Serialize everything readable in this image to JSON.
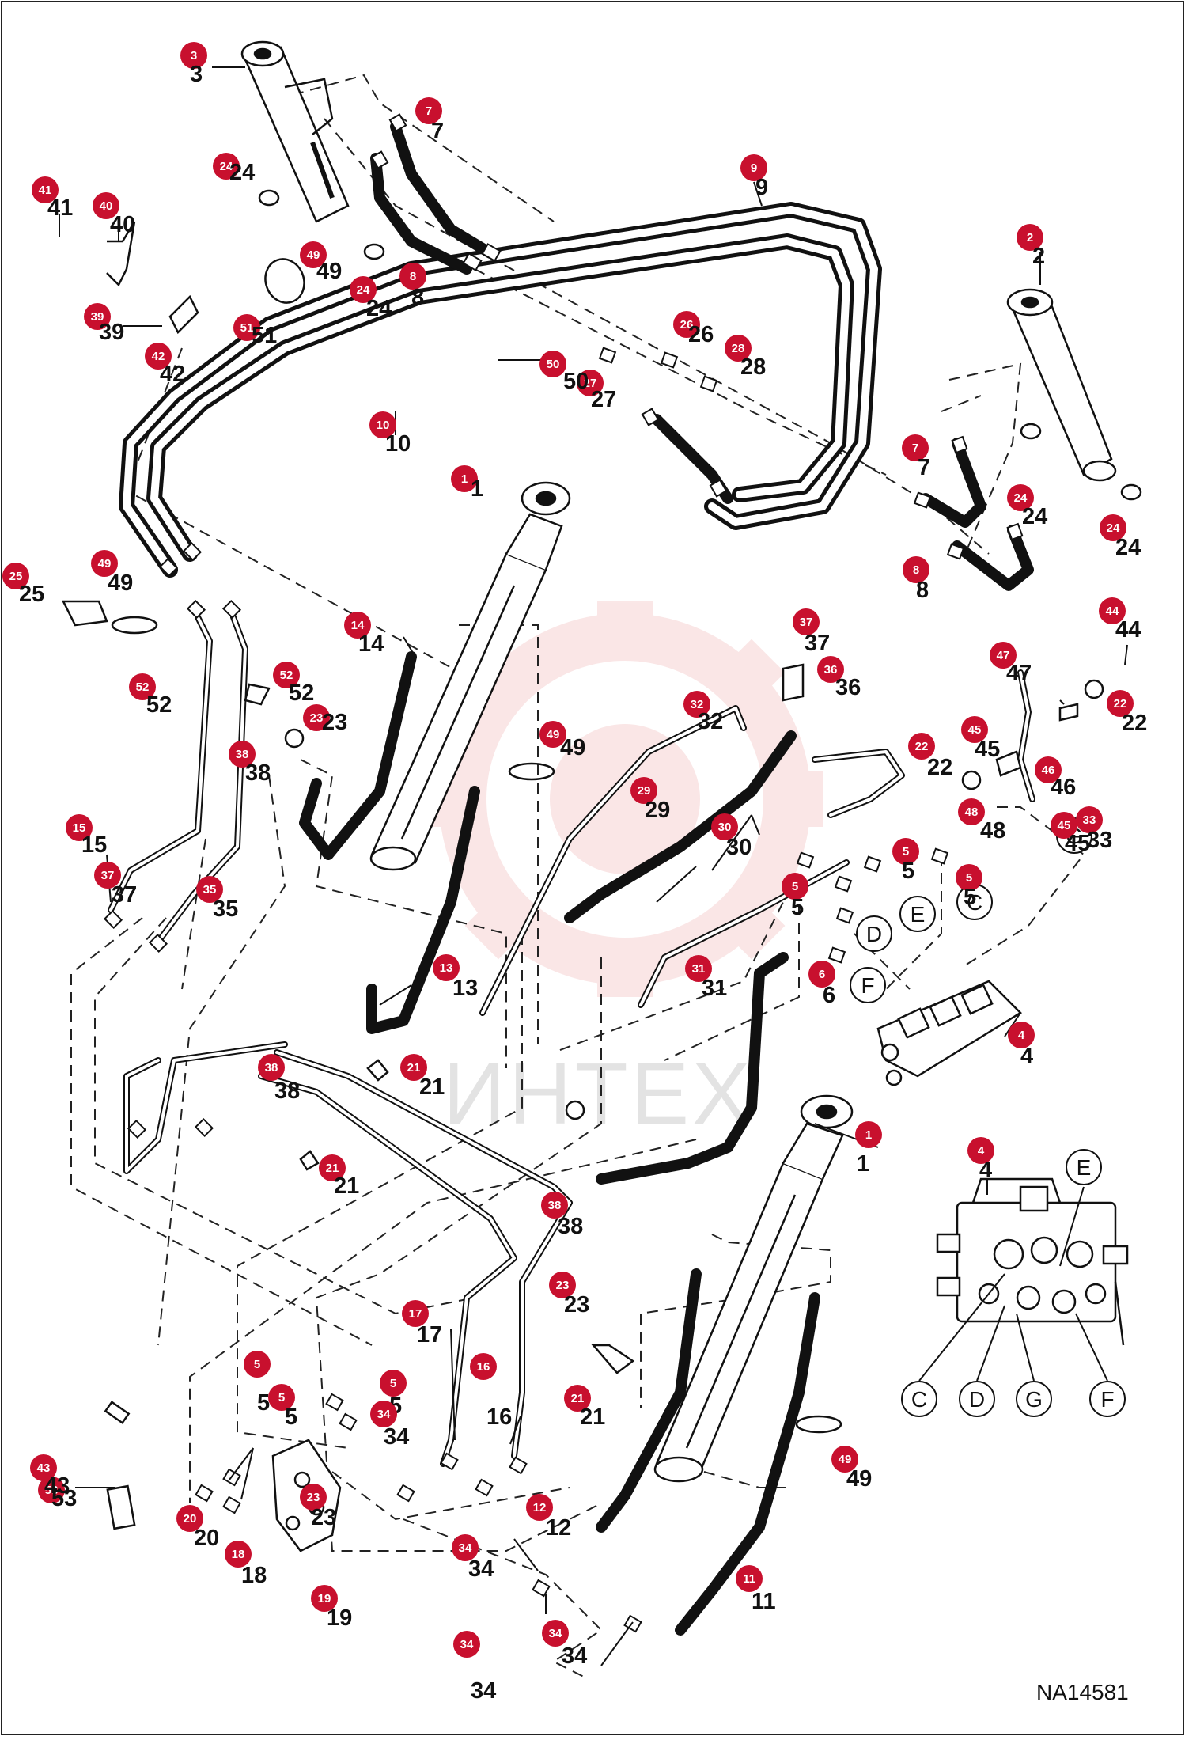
{
  "document": {
    "drawing_number": "NA14581",
    "watermark_text": "ИНТЕХ"
  },
  "colors": {
    "badge_fill": "#c8102e",
    "line": "#111111",
    "watermark": "#f6d3d3"
  },
  "callouts": [
    {
      "num": "1",
      "badge": "1",
      "label": "1"
    },
    {
      "num": "1",
      "badge": "1",
      "label": "1"
    },
    {
      "num": "2",
      "badge": "2",
      "label": "2"
    },
    {
      "num": "3",
      "badge": "3",
      "label": "3"
    },
    {
      "num": "4",
      "badge": "4",
      "label": "4"
    },
    {
      "num": "4",
      "badge": "4",
      "label": "4"
    },
    {
      "num": "5",
      "badge": "5",
      "label": "5"
    },
    {
      "num": "5",
      "badge": "5",
      "label": "5"
    },
    {
      "num": "5",
      "badge": "5",
      "label": "5"
    },
    {
      "num": "5",
      "badge": "5",
      "label": "5"
    },
    {
      "num": "5",
      "badge": "5",
      "label": "5"
    },
    {
      "num": "5",
      "badge": "5",
      "label": "5"
    },
    {
      "num": "6",
      "badge": "6",
      "label": "6"
    },
    {
      "num": "7",
      "badge": "7",
      "label": "7"
    },
    {
      "num": "7",
      "badge": "7",
      "label": "7"
    },
    {
      "num": "8",
      "badge": "8",
      "label": "8"
    },
    {
      "num": "8",
      "badge": "8",
      "label": "8"
    },
    {
      "num": "9",
      "badge": "9",
      "label": "9"
    },
    {
      "num": "10",
      "badge": "10",
      "label": "10"
    },
    {
      "num": "11",
      "badge": "11",
      "label": "11"
    },
    {
      "num": "12",
      "badge": "12",
      "label": "12"
    },
    {
      "num": "13",
      "badge": "13",
      "label": "13"
    },
    {
      "num": "14",
      "badge": "14",
      "label": "14"
    },
    {
      "num": "15",
      "badge": "15",
      "label": "15"
    },
    {
      "num": "16",
      "badge": "16",
      "label": "16"
    },
    {
      "num": "17",
      "badge": "17",
      "label": "17"
    },
    {
      "num": "18",
      "badge": "18",
      "label": "18"
    },
    {
      "num": "19",
      "badge": "19",
      "label": "19"
    },
    {
      "num": "20",
      "badge": "20",
      "label": "20"
    },
    {
      "num": "21",
      "badge": "21",
      "label": "21"
    },
    {
      "num": "21",
      "badge": "21",
      "label": "21"
    },
    {
      "num": "21",
      "badge": "21",
      "label": "21"
    },
    {
      "num": "22",
      "badge": "22",
      "label": "22"
    },
    {
      "num": "22",
      "badge": "22",
      "label": "22"
    },
    {
      "num": "23",
      "badge": "23",
      "label": "23"
    },
    {
      "num": "23",
      "badge": "23",
      "label": "23"
    },
    {
      "num": "23",
      "badge": "23",
      "label": "23"
    },
    {
      "num": "24",
      "badge": "24",
      "label": "24"
    },
    {
      "num": "24",
      "badge": "24",
      "label": "24"
    },
    {
      "num": "24",
      "badge": "24",
      "label": "24"
    },
    {
      "num": "24",
      "badge": "24",
      "label": "24"
    },
    {
      "num": "25",
      "badge": "25",
      "label": "25"
    },
    {
      "num": "26",
      "badge": "26",
      "label": "26"
    },
    {
      "num": "27",
      "badge": "27",
      "label": "27"
    },
    {
      "num": "28",
      "badge": "28",
      "label": "28"
    },
    {
      "num": "29",
      "badge": "29",
      "label": "29"
    },
    {
      "num": "30",
      "badge": "30",
      "label": "30"
    },
    {
      "num": "31",
      "badge": "31",
      "label": "31"
    },
    {
      "num": "32",
      "badge": "32",
      "label": "32"
    },
    {
      "num": "33",
      "badge": "33",
      "label": "33"
    },
    {
      "num": "33",
      "badge": "53",
      "label": "53"
    },
    {
      "num": "34",
      "badge": "34",
      "label": "34"
    },
    {
      "num": "34",
      "badge": "34",
      "label": "34"
    },
    {
      "num": "34",
      "badge": "34",
      "label": "34"
    },
    {
      "num": "34",
      "badge": "34",
      "label": "34"
    },
    {
      "num": "35",
      "badge": "35",
      "label": "35"
    },
    {
      "num": "36",
      "badge": "36",
      "label": "36"
    },
    {
      "num": "37",
      "badge": "37",
      "label": "37"
    },
    {
      "num": "37",
      "badge": "37",
      "label": "37"
    },
    {
      "num": "38",
      "badge": "38",
      "label": "38"
    },
    {
      "num": "38",
      "badge": "38",
      "label": "38"
    },
    {
      "num": "38",
      "badge": "38",
      "label": "38"
    },
    {
      "num": "39",
      "badge": "39",
      "label": "39"
    },
    {
      "num": "40",
      "badge": "40",
      "label": "40"
    },
    {
      "num": "41",
      "badge": "41",
      "label": "41"
    },
    {
      "num": "42",
      "badge": "42",
      "label": "42"
    },
    {
      "num": "43",
      "badge": "43",
      "label": "43"
    },
    {
      "num": "44",
      "badge": "44",
      "label": "44"
    },
    {
      "num": "45",
      "badge": "45",
      "label": "45"
    },
    {
      "num": "45",
      "badge": "45",
      "label": "45"
    },
    {
      "num": "46",
      "badge": "46",
      "label": "46"
    },
    {
      "num": "47",
      "badge": "47",
      "label": "47"
    },
    {
      "num": "48",
      "badge": "48",
      "label": "48"
    },
    {
      "num": "49",
      "badge": "49",
      "label": "49"
    },
    {
      "num": "49",
      "badge": "49",
      "label": "49"
    },
    {
      "num": "49",
      "badge": "49",
      "label": "49"
    },
    {
      "num": "49",
      "badge": "49",
      "label": "49"
    },
    {
      "num": "50",
      "badge": "50",
      "label": "50"
    },
    {
      "num": "51",
      "badge": "51",
      "label": "51"
    },
    {
      "num": "52",
      "badge": "52",
      "label": "52"
    },
    {
      "num": "52",
      "badge": "52",
      "label": "52"
    }
  ],
  "port_markers": [
    "C",
    "D",
    "E",
    "F",
    "G"
  ],
  "inset_ports": [
    "C",
    "D",
    "G",
    "F",
    "E"
  ]
}
